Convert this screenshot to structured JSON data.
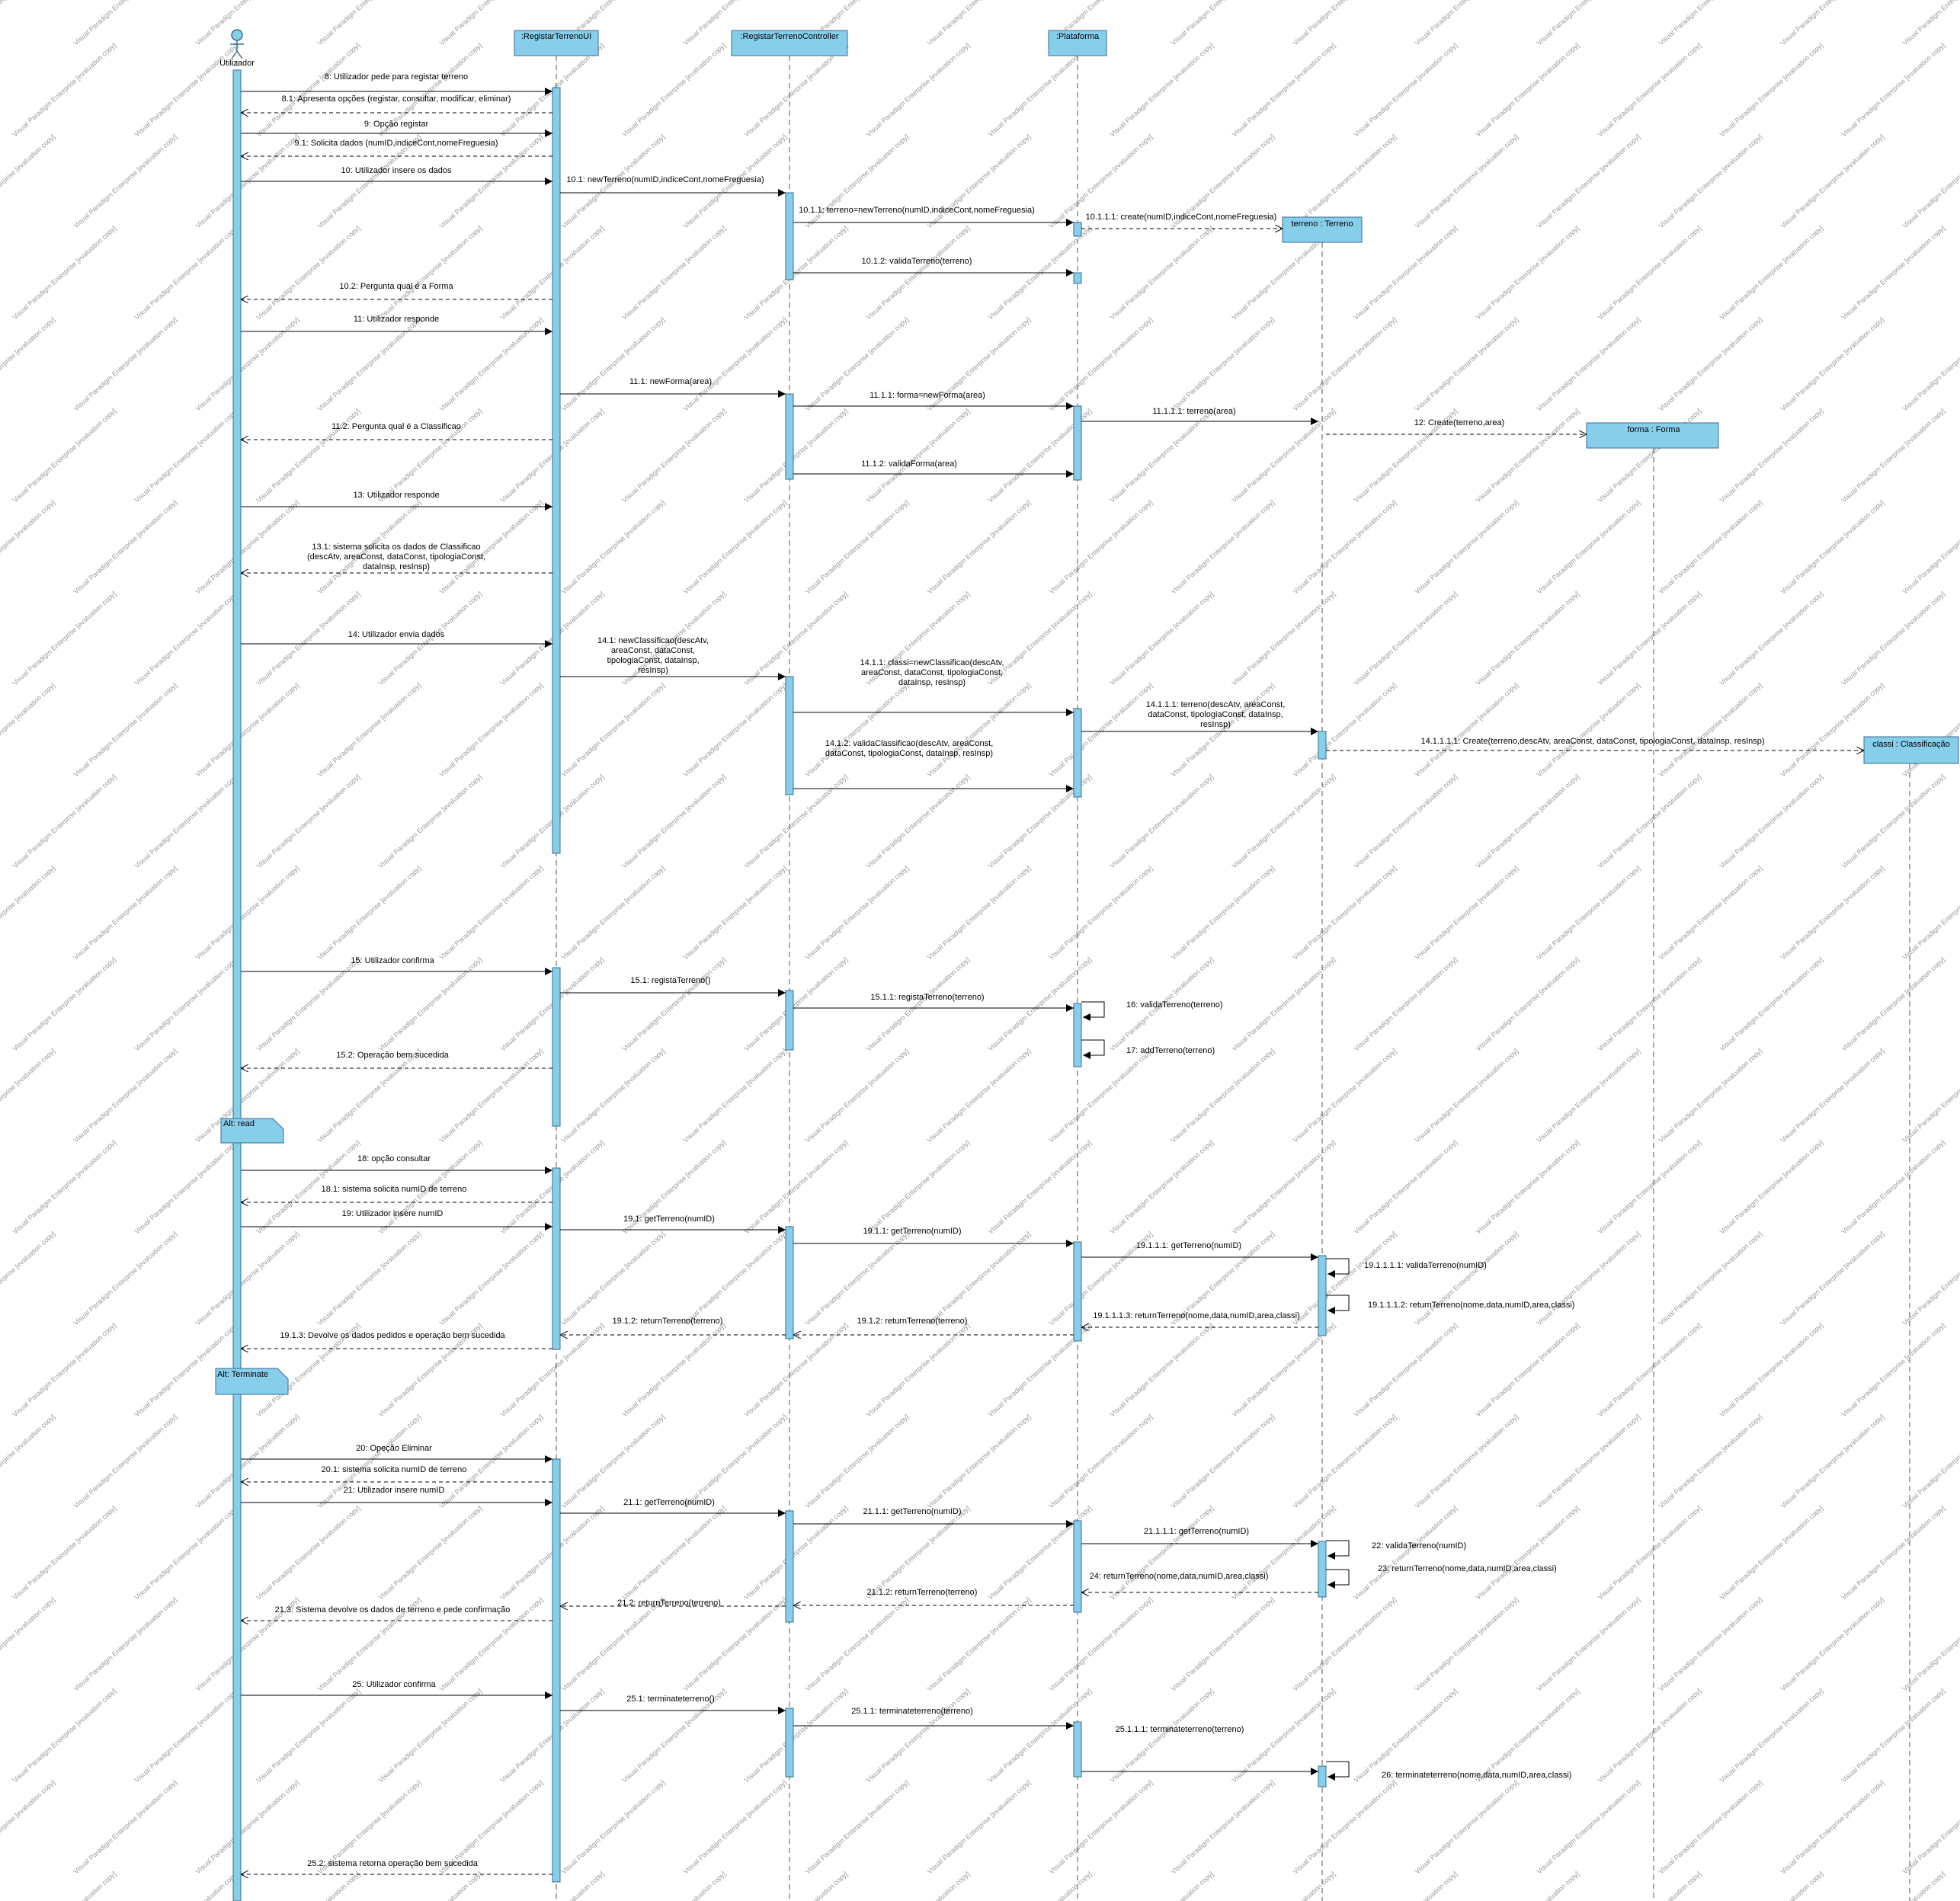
{
  "colors": {
    "box_fill": "#87CEEB",
    "box_stroke": "#3a6d8c",
    "line": "#000000",
    "lifeline": "#555555",
    "watermark": "#9a9a9a"
  },
  "watermark_text": "Visual Paradigm Enterprise [evaluation copy]",
  "actor": {
    "name": "Utilizador",
    "icon": "stick-figure-icon"
  },
  "participants": [
    {
      "id": "ui",
      "label": ":RegistarTerrenoUI"
    },
    {
      "id": "ctrl",
      "label": ":RegistarTerrenoController"
    },
    {
      "id": "plat",
      "label": ":Plataforma"
    },
    {
      "id": "terreno",
      "label": "terreno : Terreno"
    },
    {
      "id": "forma",
      "label": "forma : Forma"
    },
    {
      "id": "classi",
      "label": "classi : Classificação"
    }
  ],
  "fragments": [
    {
      "id": "alt-read",
      "label": "Alt: read"
    },
    {
      "id": "alt-terminate",
      "label": "Alt: Terminate"
    }
  ],
  "messages": [
    {
      "id": "m1",
      "label": "8: Utilizador pede para registar terreno"
    },
    {
      "id": "m2",
      "label": "8.1: Apresenta opções (registar, consultar, modificar, eliminar)"
    },
    {
      "id": "m3",
      "label": "9: Opção registar"
    },
    {
      "id": "m4",
      "label": "9.1: Solicita dados (numID,indiceCont,nomeFreguesia)"
    },
    {
      "id": "m5",
      "label": "10: Utilizador insere os dados"
    },
    {
      "id": "m6",
      "label": "10.1: newTerreno(numID,indiceCont,nomeFreguesia)"
    },
    {
      "id": "m7",
      "label": "10.1.1: terreno=newTerreno(numID,indiceCont,nomeFreguesia)"
    },
    {
      "id": "m8",
      "label": "10.1.1.1: create(numID,indiceCont,nomeFreguesia)"
    },
    {
      "id": "m9",
      "label": "10.1.2: validaTerreno(terreno)"
    },
    {
      "id": "m10",
      "label": "10.2: Pergunta qual é a Forma"
    },
    {
      "id": "m11",
      "label": "11: Utilizador responde"
    },
    {
      "id": "m12",
      "label": "11.1: newForma(area)"
    },
    {
      "id": "m13",
      "label": "11.1.1: forma=newForma(area)"
    },
    {
      "id": "m14",
      "label": "11.1.1.1: terreno(area)"
    },
    {
      "id": "m15",
      "label": "12: Create(terreno,area)"
    },
    {
      "id": "m16",
      "label": "11.2: Pergunta qual é a Classificao"
    },
    {
      "id": "m17",
      "label": "11.1.2: validaForma(area)"
    },
    {
      "id": "m18",
      "label": "13: Utilizador responde"
    },
    {
      "id": "m19",
      "label": "13.1: sistema solicita os dados de Classificao (descAtv, areaConst, dataConst, tipologiaConst, dataInsp, resInsp)"
    },
    {
      "id": "m20",
      "label": "14: Utilizador envia dados"
    },
    {
      "id": "m21",
      "label": "14.1: newClassificao(descAtv, areaConst, dataConst, tipologiaConst, dataInsp, resInsp)"
    },
    {
      "id": "m22",
      "label": "14.1.1: classi=newClassificao(descAtv, areaConst, dataConst, tipologiaConst, dataInsp, resInsp)"
    },
    {
      "id": "m23",
      "label": "14.1.1.1: terreno(descAtv, areaConst, dataConst, tipologiaConst, dataInsp, resInsp)"
    },
    {
      "id": "m24",
      "label": "14.1.1.1.1: Create(terreno,descAtv, areaConst, dataConst, tipologiaConst, dataInsp, resInsp)"
    },
    {
      "id": "m25",
      "label": "14.1.2: validaClassificao(descAtv, areaConst, dataConst, tipologiaConst, dataInsp, resInsp)"
    },
    {
      "id": "m26",
      "label": "15: Utilizador confirma"
    },
    {
      "id": "m27",
      "label": "15.1: registaTerreno()"
    },
    {
      "id": "m28",
      "label": "15.1.1: registaTerreno(terreno)"
    },
    {
      "id": "m29",
      "label": "16: validaTerreno(terreno)"
    },
    {
      "id": "m30",
      "label": "17: addTerreno(terreno)"
    },
    {
      "id": "m31",
      "label": "15.2: Operação bem sucedida"
    },
    {
      "id": "m32",
      "label": "18: opção consultar"
    },
    {
      "id": "m33",
      "label": "18.1: sistema solicita numID de terreno"
    },
    {
      "id": "m34",
      "label": "19: Utilizador insere numID"
    },
    {
      "id": "m35",
      "label": "19.1: getTerreno(numID)"
    },
    {
      "id": "m36",
      "label": "19.1.1: getTerreno(numID)"
    },
    {
      "id": "m37",
      "label": "19.1.1.1: getTerreno(numID)"
    },
    {
      "id": "m38",
      "label": "19.1.1.1.1: validaTerreno(numID)"
    },
    {
      "id": "m39",
      "label": "19.1.1.1.2: returnTerreno(nome,data,numID,area,classi)"
    },
    {
      "id": "m40",
      "label": "19.1.1.1.3: returnTerreno(nome,data,numID,area,classi)"
    },
    {
      "id": "m41",
      "label": "19.1.2: returnTerreno(terreno)"
    },
    {
      "id": "m42",
      "label": "19.1.2: returnTerreno(terreno)"
    },
    {
      "id": "m43",
      "label": "19.1.3: Devolve os dados pedidos e operação bem sucedida"
    },
    {
      "id": "m44",
      "label": "20: Opeção Eliminar"
    },
    {
      "id": "m45",
      "label": "20.1: sistema solicita numID de terreno"
    },
    {
      "id": "m46",
      "label": "21: Utilizador insere numID"
    },
    {
      "id": "m47",
      "label": "21.1: getTerreno(numID)"
    },
    {
      "id": "m48",
      "label": "21.1.1: getTerreno(numID)"
    },
    {
      "id": "m49",
      "label": "21.1.1.1: getTerreno(numID)"
    },
    {
      "id": "m50",
      "label": "22: validaTerreno(numID)"
    },
    {
      "id": "m51",
      "label": "23: returnTerreno(nome,data,numID,area,classi)"
    },
    {
      "id": "m52",
      "label": "24: returnTerreno(nome,data,numID,area,classi)"
    },
    {
      "id": "m53",
      "label": "21.1.2: returnTerreno(terreno)"
    },
    {
      "id": "m54",
      "label": "21.2: returnTerreno(terreno)"
    },
    {
      "id": "m55",
      "label": "21.3: Sistema devolve os dados de terreno e pede confirmação"
    },
    {
      "id": "m56",
      "label": "25: Utilizador confirma"
    },
    {
      "id": "m57",
      "label": "25.1: terminateterreno()"
    },
    {
      "id": "m58",
      "label": "25.1.1: terminateterreno(terreno)"
    },
    {
      "id": "m59",
      "label": "25.1.1.1: terminateterreno(terreno)"
    },
    {
      "id": "m60",
      "label": "26: terminateterreno(nome,data,numID,area,classi)"
    },
    {
      "id": "m61",
      "label": "25.2: sistema retorna operação bem sucedida"
    }
  ]
}
